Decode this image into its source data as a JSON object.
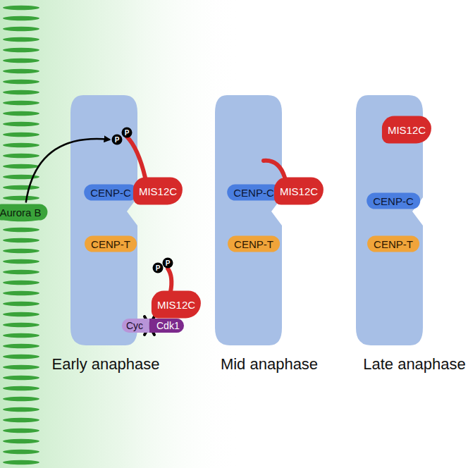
{
  "diagram": {
    "nodes": [
      {
        "text": [
          "Aurora B"
        ]
      },
      {
        "text": [
          "P"
        ]
      },
      {
        "text": [
          "P"
        ]
      },
      {
        "text": [
          "CENP-C"
        ]
      },
      {
        "text": [
          "MIS12C"
        ]
      },
      {
        "text": [
          "CENP-T"
        ]
      },
      {
        "text": [
          "P"
        ]
      },
      {
        "text": [
          "P"
        ]
      },
      {
        "text": [
          "MIS12C"
        ]
      },
      {
        "text": [
          "Cyc"
        ]
      },
      {
        "text": [
          "Cdk1"
        ]
      },
      {
        "text": [
          "CENP-C"
        ]
      },
      {
        "text": [
          "MIS12C"
        ]
      },
      {
        "text": [
          "CENP-T"
        ]
      },
      {
        "text": [
          "MIS12C"
        ]
      },
      {
        "text": [
          "CENP-C"
        ]
      },
      {
        "text": [
          "CENP-T"
        ]
      }
    ],
    "edges": [
      {
        "from": 0,
        "to": 1,
        "arrow": "to"
      }
    ],
    "labels": [
      "Early anaphase",
      "Mid anaphase",
      "Late anaphase"
    ]
  }
}
